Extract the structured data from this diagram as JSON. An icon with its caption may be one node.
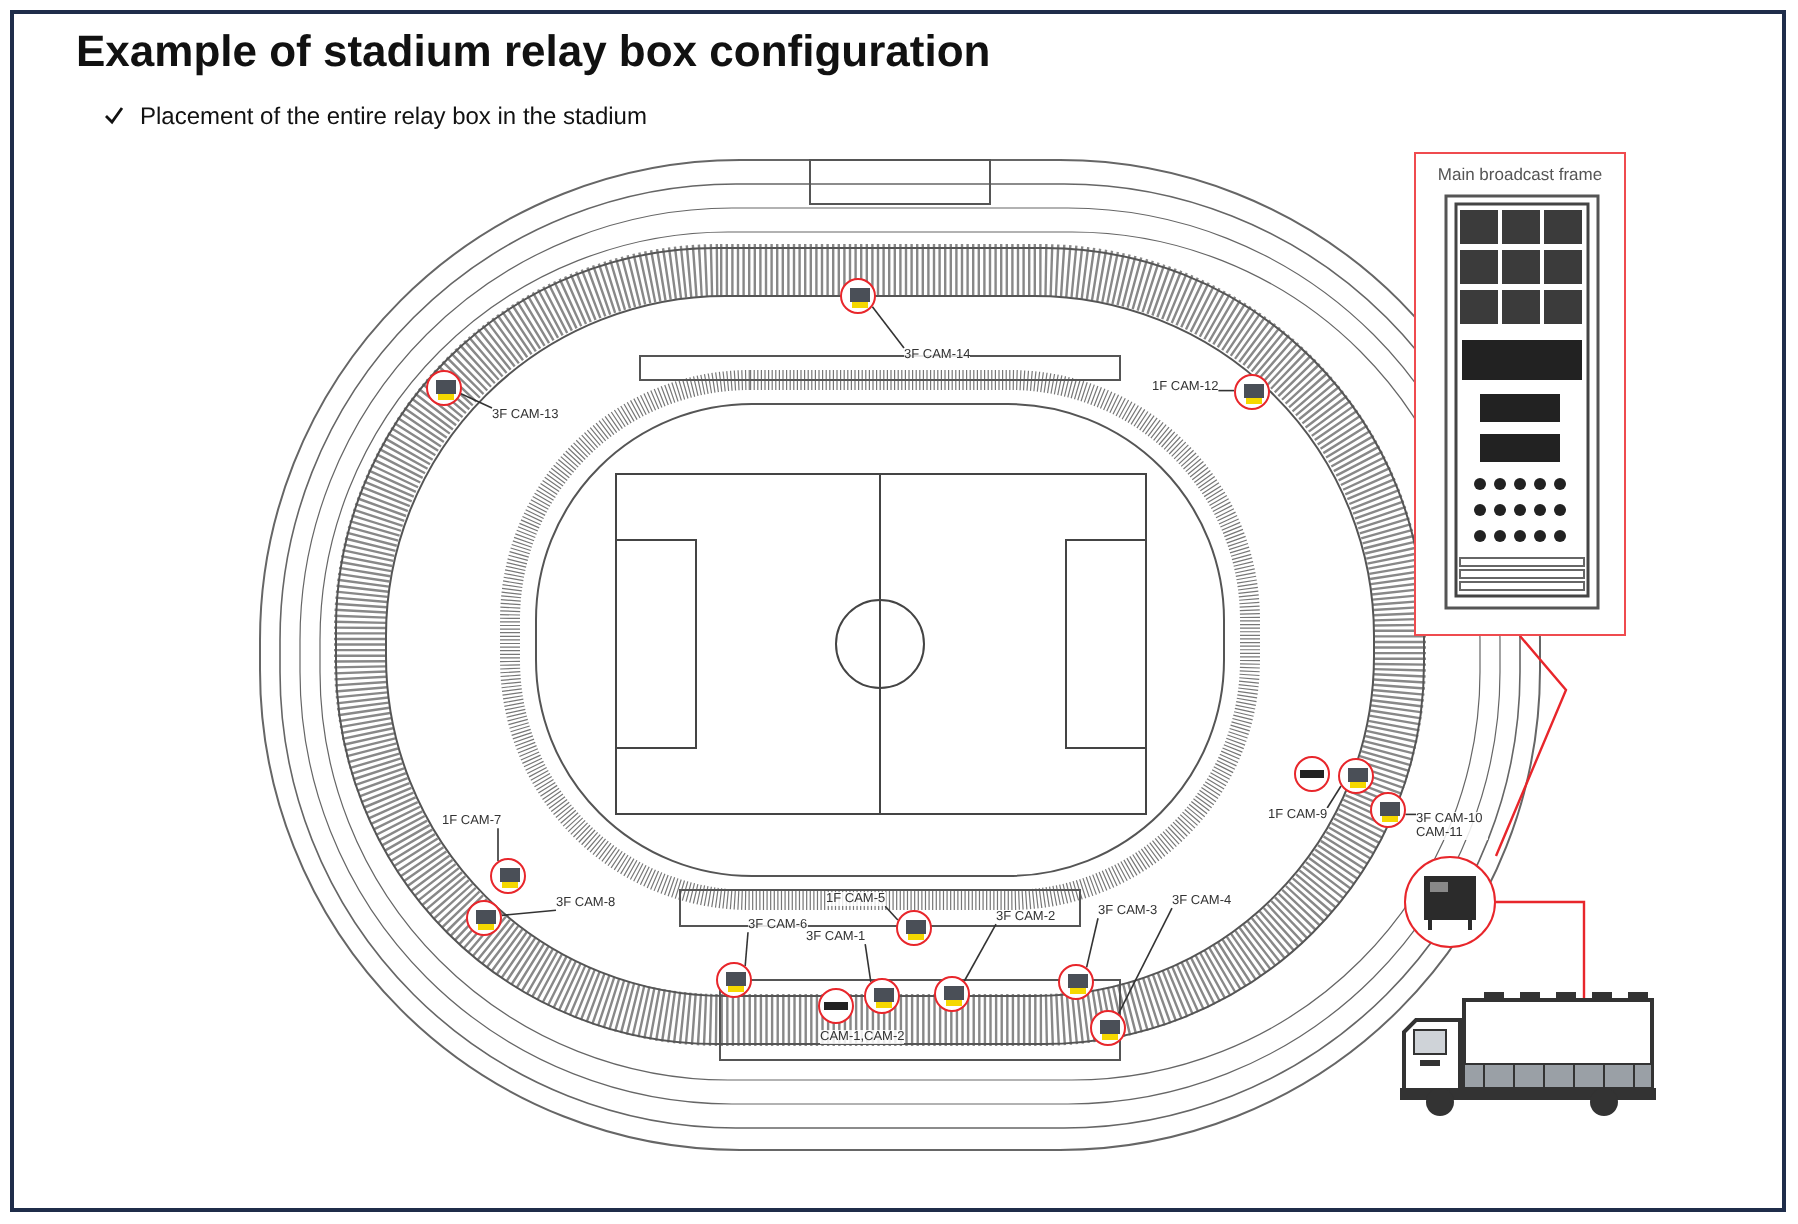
{
  "diagram": {
    "title": "Example of stadium relay box configuration",
    "nodes": [
      {
        "text": [
          "3F CAM-14"
        ]
      },
      {
        "text": [],
        "shape": "circle"
      },
      {
        "text": [
          "3F CAM-13"
        ]
      },
      {
        "text": [],
        "shape": "circle"
      },
      {
        "text": [
          "1F CAM-12"
        ]
      },
      {
        "text": [],
        "shape": "circle"
      },
      {
        "text": [
          "Main broadcast frame"
        ]
      },
      {
        "text": [
          "1F CAM-9"
        ]
      },
      {
        "text": [],
        "shape": "circle"
      },
      {
        "text": [],
        "shape": "bar"
      },
      {
        "text": [
          "3F CAM-10 CAM-11"
        ]
      },
      {
        "text": [],
        "shape": "circle"
      },
      {
        "text": [],
        "shape": "picture"
      },
      {
        "text": [
          "1F CAM-7"
        ]
      },
      {
        "text": [],
        "shape": "circle"
      },
      {
        "text": [
          "3F CAM-8"
        ]
      },
      {
        "text": [],
        "shape": "circle"
      },
      {
        "text": [
          "1F CAM-5"
        ]
      },
      {
        "text": [],
        "shape": "circle"
      },
      {
        "text": [
          "3F CAM-6"
        ]
      },
      {
        "text": [],
        "shape": "circle"
      },
      {
        "text": [
          "3F CAM-1"
        ]
      },
      {
        "text": [],
        "shape": "circle"
      },
      {
        "text": [],
        "shape": "bar",
        "beside": [
          "CAM-1,CAM-2"
        ]
      },
      {
        "text": [
          "3F CAM-2"
        ]
      },
      {
        "text": [],
        "shape": "circle"
      },
      {
        "text": [
          "3F CAM-3"
        ]
      },
      {
        "text": [],
        "shape": "circle"
      },
      {
        "text": [
          "3F CAM-4"
        ]
      },
      {
        "text": [],
        "shape": "circle"
      },
      {
        "text": [],
        "shape": "picture"
      }
    ],
    "edges": [
      {
        "from": 0,
        "to": 1,
        "arrow": "none"
      },
      {
        "from": 2,
        "to": 3,
        "arrow": "none"
      },
      {
        "from": 4,
        "to": 5,
        "arrow": "none"
      },
      {
        "from": 7,
        "to": 8,
        "arrow": "none"
      },
      {
        "from": 10,
        "to": 11,
        "arrow": "none"
      },
      {
        "from": 13,
        "to": 14,
        "arrow": "none"
      },
      {
        "from": 15,
        "to": 16,
        "arrow": "none"
      },
      {
        "from": 17,
        "to": 18,
        "arrow": "none"
      },
      {
        "from": 19,
        "to": 20,
        "arrow": "none"
      },
      {
        "from": 21,
        "to": 22,
        "arrow": "none"
      },
      {
        "from": 24,
        "to": 25,
        "arrow": "none"
      },
      {
        "from": 26,
        "to": 27,
        "arrow": "none"
      },
      {
        "from": 28,
        "to": 29,
        "arrow": "none"
      },
      {
        "from": 6,
        "to": 12,
        "arrow": "none",
        "color": "#e8262b"
      },
      {
        "from": 12,
        "to": 30,
        "arrow": "none",
        "color": "#e8262b"
      }
    ],
    "labels": [
      "Placement of the entire relay box in the stadium"
    ]
  }
}
